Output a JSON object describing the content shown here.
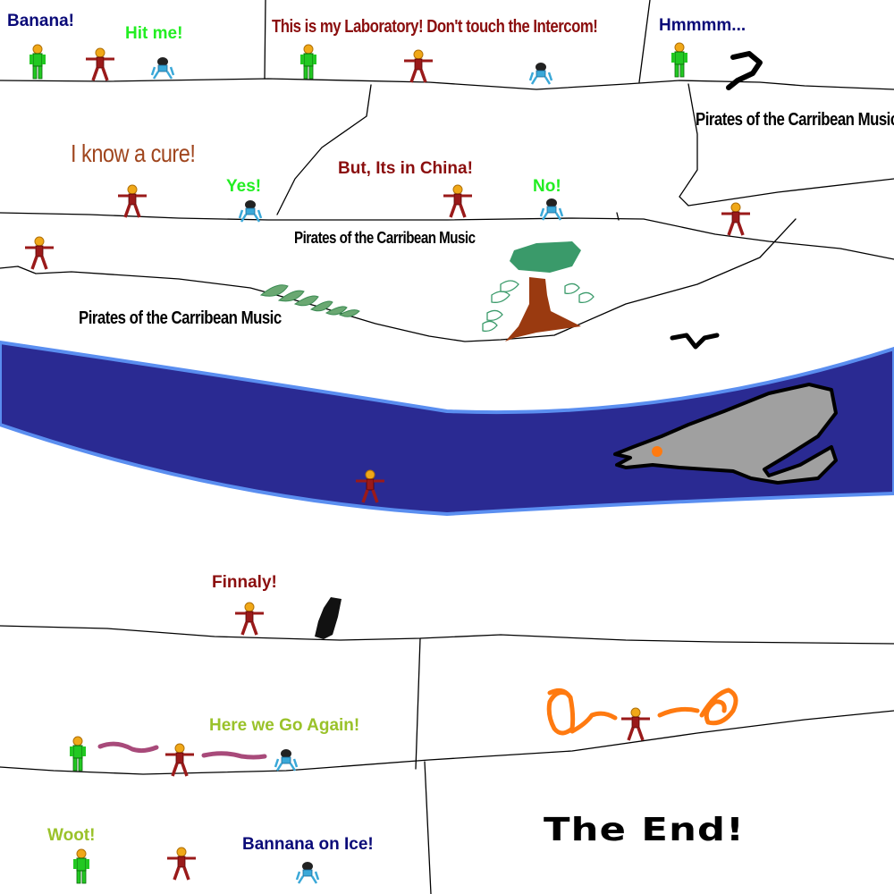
{
  "colors": {
    "navy": "#0a0a78",
    "bright_green": "#22ee22",
    "dark_red": "#8b0e0e",
    "brown": "#a0461e",
    "olive_green": "#9ac22a",
    "black": "#000000",
    "river": "#2a2a92",
    "river_edge": "#5a8ef0",
    "monster_gray": "#a0a0a0",
    "tree_trunk": "#9a3a10",
    "tree_leaves": "#3a9a6a",
    "orange": "#ff7a10",
    "purple_rope": "#a84a7a"
  },
  "captions": {
    "banana": "Banana!",
    "hit_me": "Hit me!",
    "laboratory": "This is my Laboratory! Don't touch the Intercom!",
    "hmmmm": "Hmmmm...",
    "pirates_music_1": "Pirates of the Carribean Music",
    "i_know_a_cure": "I know a cure!",
    "yes": "Yes!",
    "but_its_in_china": "But, Its in China!",
    "no": "No!",
    "pirates_music_2": "Pirates of the Carribean Music",
    "pirates_music_3": "Pirates of the Carribean Music",
    "finnaly": "Finnaly!",
    "here_we_go_again": "Here we Go Again!",
    "woot": "Woot!",
    "bannana_on_ice": "Bannana on Ice!",
    "the_end": "The End!"
  },
  "figures": [
    "green-robot",
    "red-robot",
    "blue-robot",
    "green-robot",
    "red-robot",
    "blue-robot",
    "green-robot",
    "black-hook",
    "red-robot",
    "blue-robot",
    "red-robot",
    "blue-robot",
    "red-robot",
    "red-robot",
    "tree",
    "grass-patch",
    "black-bird",
    "sea-monster",
    "red-robot",
    "red-robot",
    "black-creature",
    "green-robot",
    "red-robot",
    "blue-robot",
    "purple-rope-left",
    "purple-rope-right",
    "orange-loop",
    "red-robot",
    "orange-coil",
    "green-robot",
    "red-robot",
    "blue-robot"
  ]
}
